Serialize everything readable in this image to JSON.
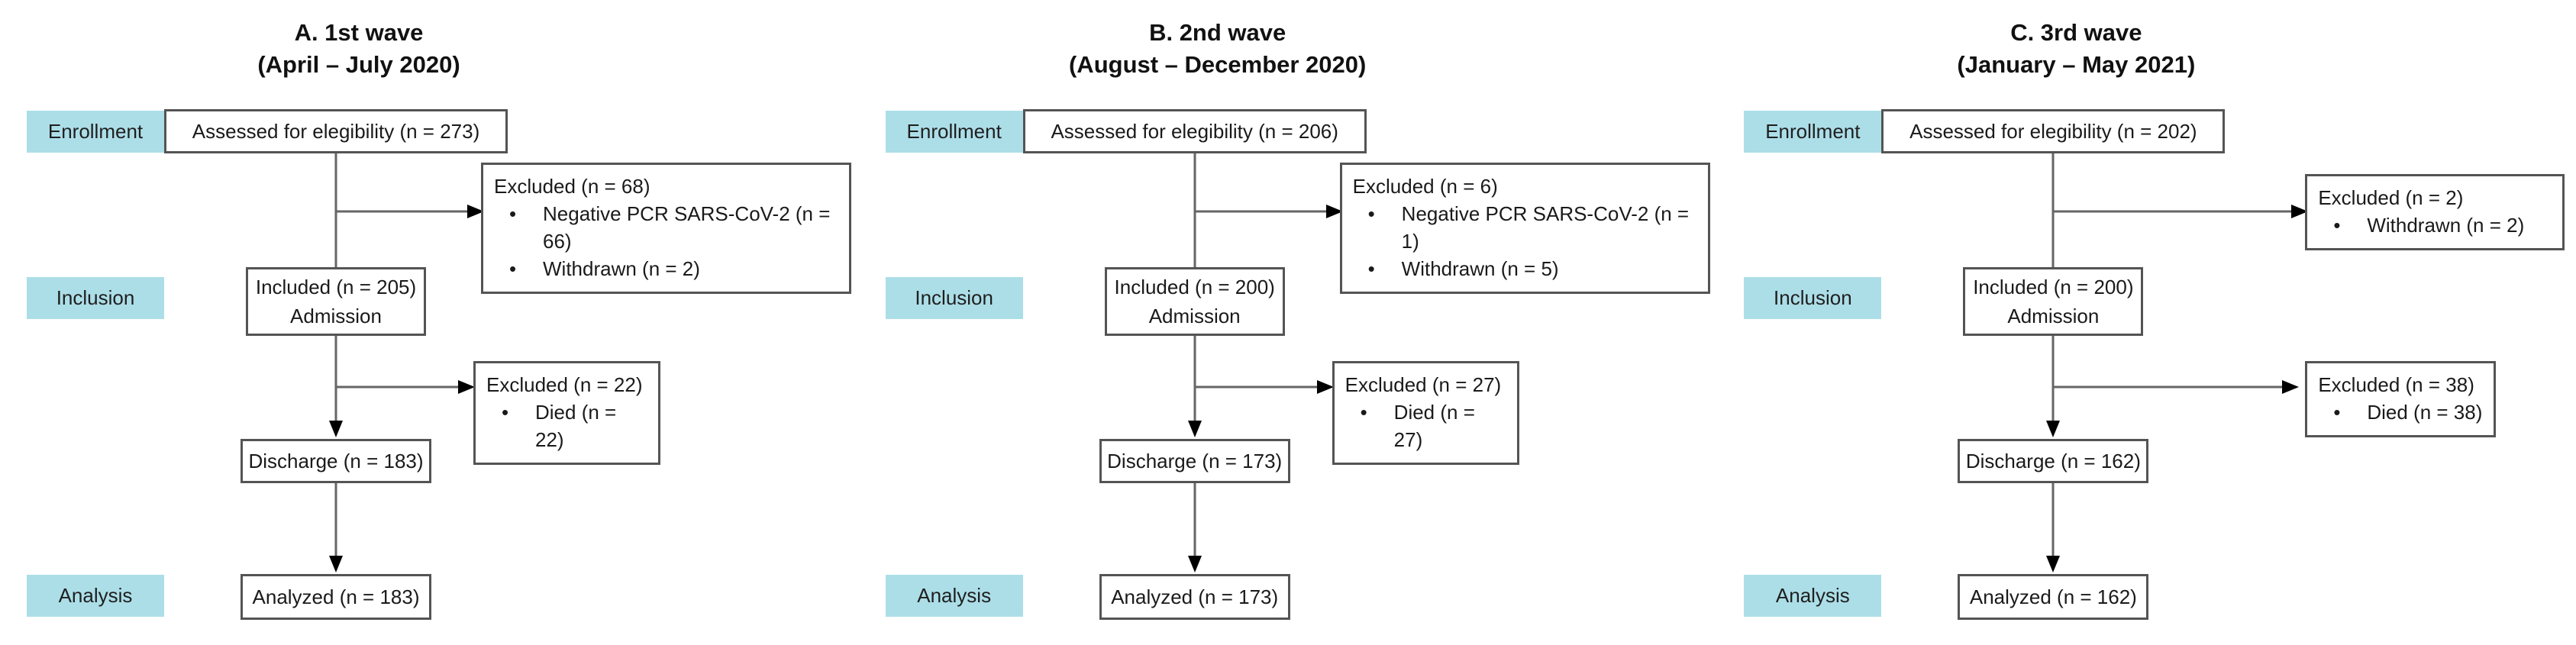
{
  "figure": {
    "type": "consort-flow-diagram",
    "background_color": "#ffffff",
    "stage_label_fill_color": "#ACDEE8",
    "box_border_color": "#545454",
    "connector_color": "#666666",
    "bullet_char": "•"
  },
  "panels": [
    {
      "title_line1": "A. 1st wave",
      "title_line2": "(April – July 2020)",
      "labels": {
        "enrollment": "Enrollment",
        "inclusion": "Inclusion",
        "analysis": "Analysis"
      },
      "boxes": {
        "assessed": "Assessed for elegibility (n = 273)",
        "excluded1_title": "Excluded (n = 68)",
        "excluded1_bullets": [
          "Negative PCR SARS-CoV-2 (n = 66)",
          "Withdrawn (n = 2)"
        ],
        "included_line1": "Included (n = 205)",
        "included_line2": "Admission",
        "excluded2_title": "Excluded (n = 22)",
        "excluded2_bullets": [
          "Died (n = 22)"
        ],
        "discharge": "Discharge (n = 183)",
        "analyzed": "Analyzed (n = 183)"
      }
    },
    {
      "title_line1": "B. 2nd wave",
      "title_line2": "(August – December 2020)",
      "labels": {
        "enrollment": "Enrollment",
        "inclusion": "Inclusion",
        "analysis": "Analysis"
      },
      "boxes": {
        "assessed": "Assessed for elegibility (n = 206)",
        "excluded1_title": "Excluded (n = 6)",
        "excluded1_bullets": [
          "Negative PCR SARS-CoV-2 (n = 1)",
          "Withdrawn (n = 5)"
        ],
        "included_line1": "Included (n = 200)",
        "included_line2": "Admission",
        "excluded2_title": "Excluded (n = 27)",
        "excluded2_bullets": [
          "Died (n = 27)"
        ],
        "discharge": "Discharge (n = 173)",
        "analyzed": "Analyzed (n = 173)"
      }
    },
    {
      "title_line1": "C. 3rd wave",
      "title_line2": "(January – May 2021)",
      "labels": {
        "enrollment": "Enrollment",
        "inclusion": "Inclusion",
        "analysis": "Analysis"
      },
      "boxes": {
        "assessed": "Assessed for elegibility (n = 202)",
        "excluded1_title": "Excluded (n = 2)",
        "excluded1_bullets": [
          "Withdrawn (n = 2)"
        ],
        "included_line1": "Included (n = 200)",
        "included_line2": "Admission",
        "excluded2_title": "Excluded (n = 38)",
        "excluded2_bullets": [
          "Died (n = 38)"
        ],
        "discharge": "Discharge (n = 162)",
        "analyzed": "Analyzed (n = 162)"
      }
    }
  ]
}
